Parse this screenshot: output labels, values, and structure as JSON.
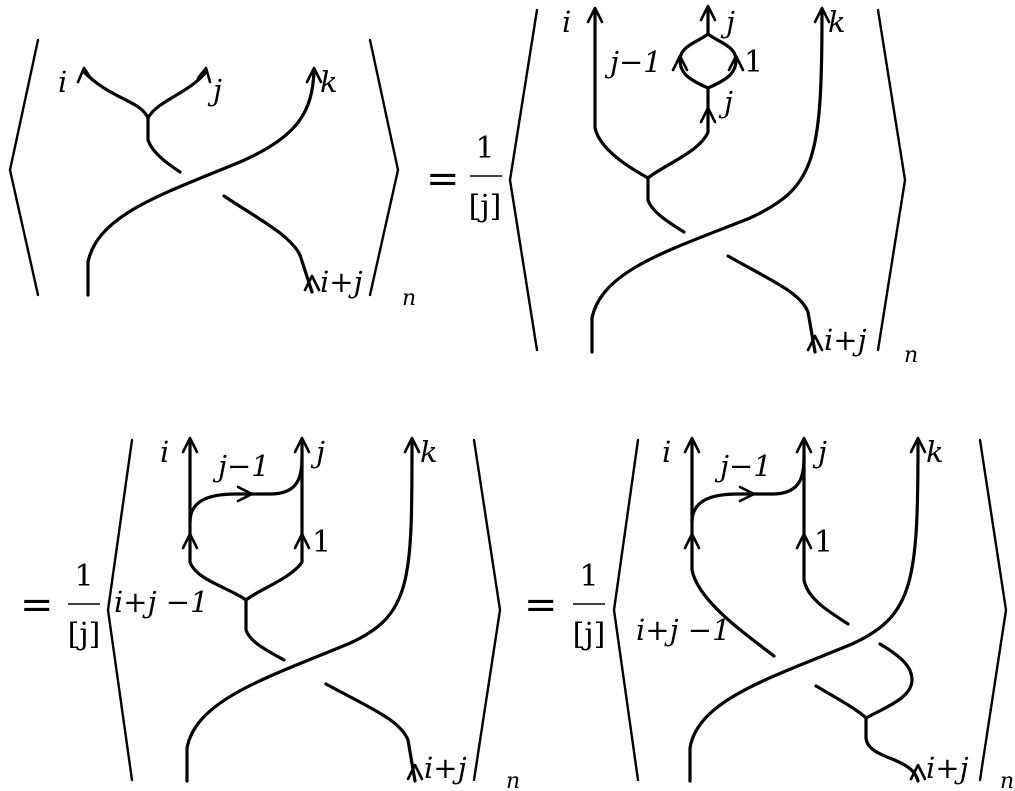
{
  "eq_sign": "=",
  "frac": {
    "numerator": "1",
    "denominator": "[j]"
  },
  "subscript": "n",
  "diagrams": {
    "d1": {
      "labels": {
        "i": "i",
        "j": "j",
        "k": "k",
        "ipj": "i+j"
      }
    },
    "d2": {
      "labels": {
        "i": "i",
        "j_top": "j",
        "jm1": "j−1",
        "one": "1",
        "j_mid": "j",
        "k": "k",
        "ipj": "i+j"
      }
    },
    "d3": {
      "labels": {
        "i": "i",
        "jm1": "j−1",
        "j": "j",
        "one": "1",
        "k": "k",
        "ipjm1": "i+j −1",
        "ipj": "i+j"
      }
    },
    "d4": {
      "labels": {
        "i": "i",
        "jm1": "j−1",
        "j": "j",
        "one": "1",
        "k": "k",
        "ipjm1": "i+j −1",
        "ipj": "i+j"
      }
    }
  }
}
